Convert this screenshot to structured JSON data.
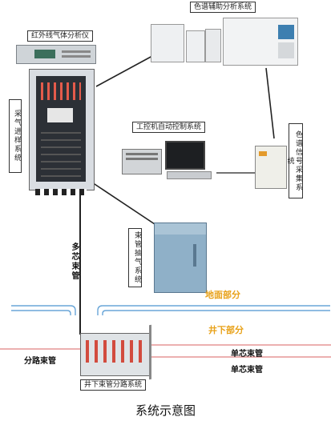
{
  "labels": {
    "infrared_analyzer": "红外线气体分析仪",
    "chromatograph_aux": "色谱辅助分析系统",
    "sampling_system": "采气进样系统",
    "ipc_control": "工控机自动控制系统",
    "chrom_signal": "色谱信号采集系统",
    "tube_pump": "束管抽气系统",
    "multi_core_tube": "多芯束管",
    "ground_part": "地面部分",
    "underground_part": "井下部分",
    "branch_tube": "分路束管",
    "single_core_1": "单芯束管",
    "single_core_2": "单芯束管",
    "underground_branch_system": "井下束管分路系统"
  },
  "caption": "系统示意图",
  "colors": {
    "line": "#222222",
    "accent_orange": "#e8a21a",
    "ground_line": "#6aa6d8",
    "branch_line": "#e08080",
    "cabinet_body": "#d9dde2",
    "cabinet_dark": "#2c3036",
    "pump_blue": "#8fb0c8"
  }
}
